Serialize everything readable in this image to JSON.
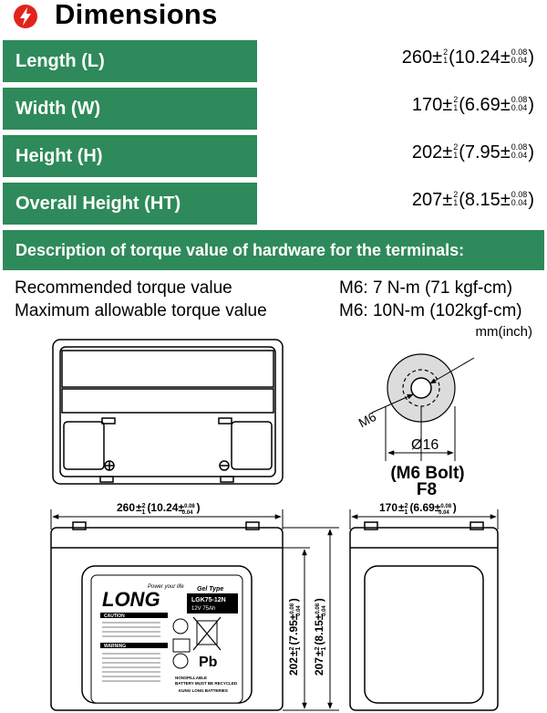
{
  "header": {
    "title": "Dimensions"
  },
  "dimensions": [
    {
      "label": "Length (L)",
      "mm": "260",
      "inch": "(10.24",
      "mm_tol_up": "2",
      "mm_tol_down": "1",
      "in_tol_up": "0.08",
      "in_tol_down": "0.04",
      "close": ")"
    },
    {
      "label": "Width (W)",
      "mm": "170",
      "inch": "(6.69",
      "mm_tol_up": "2",
      "mm_tol_down": "1",
      "in_tol_up": "0.08",
      "in_tol_down": "0.04",
      "close": ")"
    },
    {
      "label": "Height (H)",
      "mm": "202",
      "inch": "(7.95",
      "mm_tol_up": "2",
      "mm_tol_down": "1",
      "in_tol_up": "0.08",
      "in_tol_down": "0.04",
      "close": ")"
    },
    {
      "label": "Overall Height (HT)",
      "mm": "207",
      "inch": "(8.15",
      "mm_tol_up": "2",
      "mm_tol_down": "1",
      "in_tol_up": "0.08",
      "in_tol_down": "0.04",
      "close": ")"
    }
  ],
  "torque": {
    "heading": "Description of torque value of hardware for the terminals:",
    "recommended_label": "Recommended torque value",
    "recommended_value": "M6: 7  N-m (71  kgf-cm)",
    "maximum_label": "Maximum allowable torque value",
    "maximum_value": "M6: 10N-m (102kgf-cm)"
  },
  "unit_note": "mm(inch)",
  "terminal": {
    "bolt_label": "M6",
    "diameter": "Ø16",
    "type": "(M6 Bolt)",
    "code": "F8"
  },
  "drawing": {
    "length_dim": "260",
    "length_inch": "(10.24",
    "width_dim": "170",
    "width_inch": "(6.69",
    "height_dim": "202",
    "height_inch": "(7.95",
    "overall_dim": "207",
    "overall_inch": "(8.15",
    "tol_up": "2",
    "tol_down": "1",
    "tol_in_up": "0.08",
    "tol_in_down": "0.04",
    "close": ")"
  },
  "label": {
    "brand": "LONG",
    "slogan": "Power your life",
    "type": "Gel Type",
    "model": "LGK75-12N",
    "rating": "12V 75Ah",
    "caution": "CAUTION",
    "warning": "WARNING",
    "pb": "Pb",
    "nonspill": "NONSPILLABLE",
    "recycled": "BATTERY MUST BE RECYCLED",
    "maker": "KUNG LONG BATTERIES"
  },
  "colors": {
    "accent": "#2e8a5a",
    "icon": "#e2231a"
  }
}
